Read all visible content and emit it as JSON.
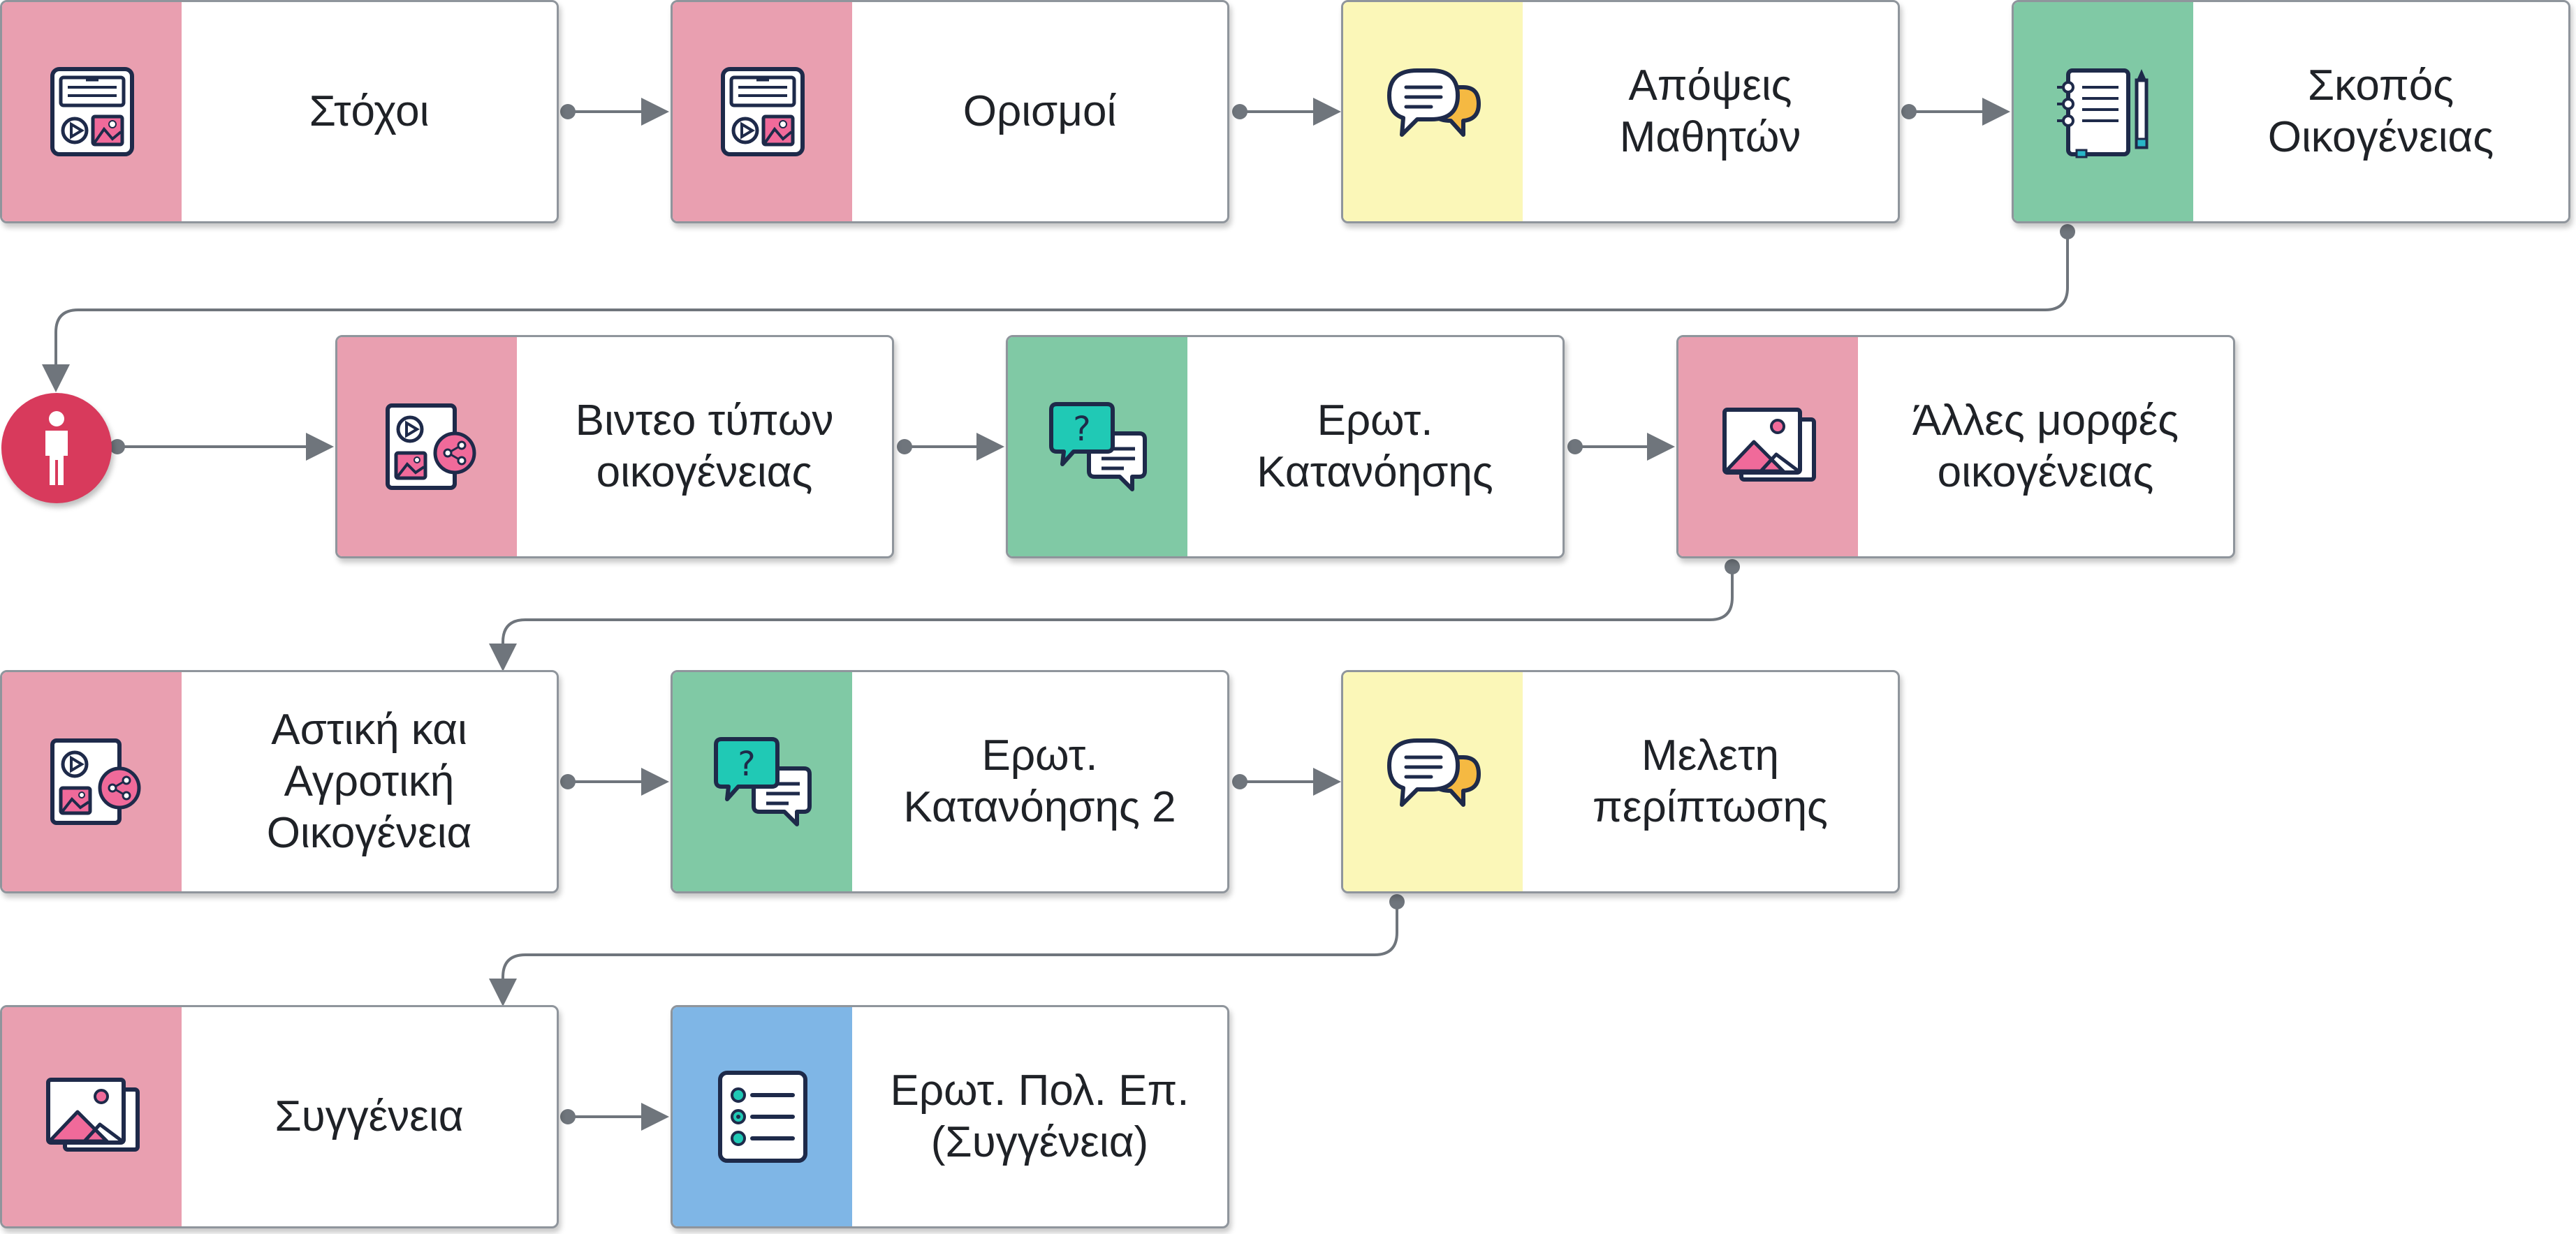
{
  "colors": {
    "pink": "#e99fb0",
    "yellow": "#fbf7b8",
    "green": "#80c9a5",
    "blue": "#7fb6e6",
    "start": "#d83a5c",
    "connector": "#6f757c"
  },
  "start_node": {
    "icon": "person-icon"
  },
  "cards": [
    {
      "id": "c1",
      "label": "Στόχοι",
      "color": "pink",
      "icon": "media-board-icon"
    },
    {
      "id": "c2",
      "label": "Ορισμοί",
      "color": "pink",
      "icon": "media-board-icon"
    },
    {
      "id": "c3",
      "label": "Απόψεις\nΜαθητών",
      "color": "yellow",
      "icon": "chat-bubbles-icon"
    },
    {
      "id": "c4",
      "label": "Σκοπός\nΟικογένειας",
      "color": "green",
      "icon": "notebook-icon"
    },
    {
      "id": "c5",
      "label": "Βιντεο τύπων\nοικογένειας",
      "color": "pink",
      "icon": "media-share-icon"
    },
    {
      "id": "c6",
      "label": "Ερωτ.\nΚατανόησης",
      "color": "green",
      "icon": "question-chat-icon"
    },
    {
      "id": "c7",
      "label": "Άλλες μορφές\nοικογένειας",
      "color": "pink",
      "icon": "image-gallery-icon"
    },
    {
      "id": "c8",
      "label": "Αστική και\nΑγροτική\nΟικογένεια",
      "color": "pink",
      "icon": "media-share-icon"
    },
    {
      "id": "c9",
      "label": "Ερωτ.\nΚατανόησης 2",
      "color": "green",
      "icon": "question-chat-icon"
    },
    {
      "id": "c10",
      "label": "Μελετη\nπερίπτωσης",
      "color": "yellow",
      "icon": "chat-bubbles-icon"
    },
    {
      "id": "c11",
      "label": "Συγγένεια",
      "color": "pink",
      "icon": "image-gallery-icon"
    },
    {
      "id": "c12",
      "label": "Ερωτ. Πολ. Επ.\n(Συγγένεια)",
      "color": "blue",
      "icon": "checklist-icon"
    }
  ]
}
